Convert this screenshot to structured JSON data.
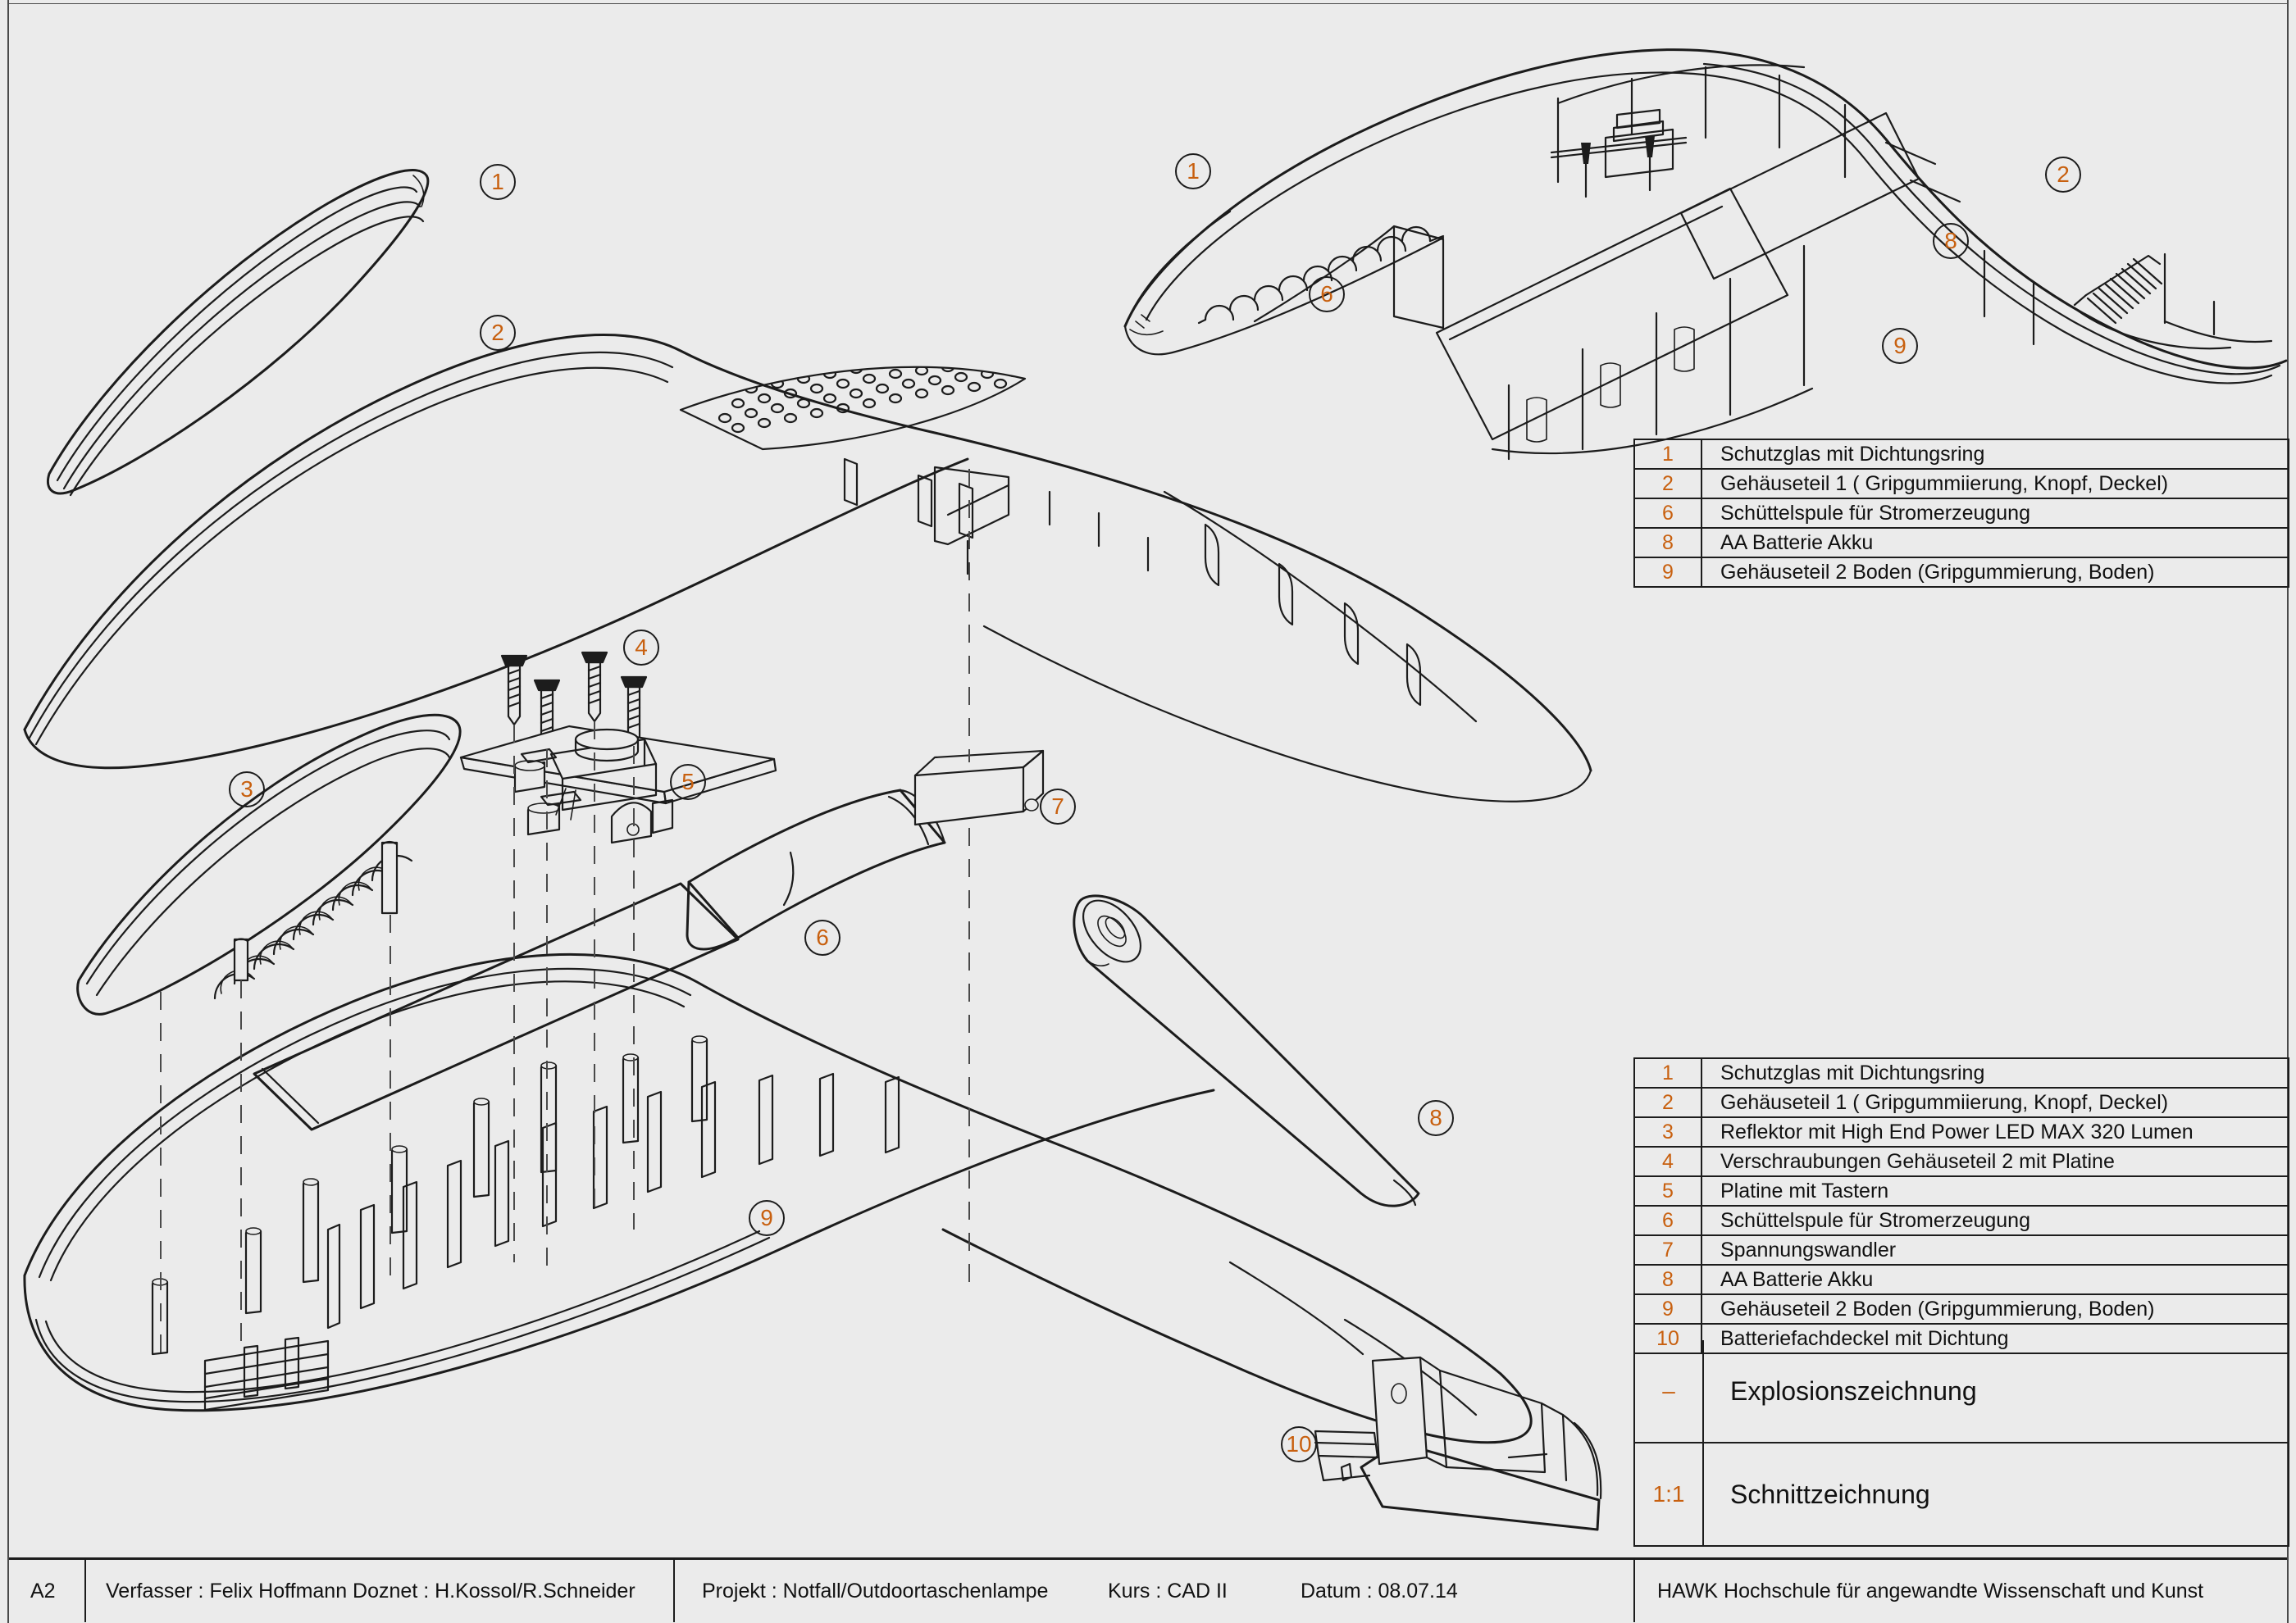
{
  "sheet": {
    "format": "A2",
    "background_color": "#ebebeb",
    "line_color": "#1c1c1c",
    "accent_color": "#c8600f"
  },
  "title_block": {
    "format_label": "A2",
    "author_label": "Verfasser :  Felix Hoffmann   Doznet :  H.Kossol/R.Schneider",
    "project_label": "Projekt : Notfall/Outdoortaschenlampe",
    "course_label": "Kurs : CAD II",
    "date_label": "Datum :  08.07.14",
    "school_label": "HAWK Hochschule für angewandte Wissenschaft und Kunst"
  },
  "section_parts_table": {
    "rows": [
      {
        "num": "1",
        "desc": "Schutzglas mit  Dichtungsring"
      },
      {
        "num": "2",
        "desc": "Gehäuseteil 1 ( Gripgummiierung, Knopf, Deckel)"
      },
      {
        "num": "6",
        "desc": "Schüttelspule für Stromerzeugung"
      },
      {
        "num": "8",
        "desc": "AA Batterie Akku"
      },
      {
        "num": "9",
        "desc": "Gehäuseteil 2  Boden  (Gripgummierung, Boden)"
      }
    ]
  },
  "explosion_parts_table": {
    "rows": [
      {
        "num": "1",
        "desc": "Schutzglas mit  Dichtungsring"
      },
      {
        "num": "2",
        "desc": "Gehäuseteil 1 ( Gripgummiierung, Knopf, Deckel)"
      },
      {
        "num": "3",
        "desc": "Reflektor mit High End Power LED MAX 320 Lumen"
      },
      {
        "num": "4",
        "desc": "Verschraubungen Gehäuseteil 2 mit Platine"
      },
      {
        "num": "5",
        "desc": "Platine mit Tastern"
      },
      {
        "num": "6",
        "desc": "Schüttelspule für Stromerzeugung"
      },
      {
        "num": "7",
        "desc": "Spannungswandler"
      },
      {
        "num": "8",
        "desc": "AA Batterie Akku"
      },
      {
        "num": "9",
        "desc": "Gehäuseteil 2  Boden  (Gripgummierung, Boden)"
      },
      {
        "num": "10",
        "desc": "Batteriefachdeckel mit Dichtung"
      }
    ]
  },
  "view_block": {
    "rows": [
      {
        "scale": "–",
        "name": "Explosionszeichnung"
      },
      {
        "scale": "1:1",
        "name": "Schnittzeichnung"
      }
    ]
  },
  "callouts": {
    "section_view": [
      {
        "id": "s1",
        "label": "1"
      },
      {
        "id": "s2",
        "label": "2"
      },
      {
        "id": "s6",
        "label": "6"
      },
      {
        "id": "s8",
        "label": "8"
      },
      {
        "id": "s9",
        "label": "9"
      }
    ],
    "exploded_view": [
      {
        "id": "e1",
        "label": "1"
      },
      {
        "id": "e2",
        "label": "2"
      },
      {
        "id": "e3",
        "label": "3"
      },
      {
        "id": "e4",
        "label": "4"
      },
      {
        "id": "e5",
        "label": "5"
      },
      {
        "id": "e6",
        "label": "6"
      },
      {
        "id": "e7",
        "label": "7"
      },
      {
        "id": "e8",
        "label": "8"
      },
      {
        "id": "e9",
        "label": "9"
      },
      {
        "id": "e10",
        "label": "10"
      }
    ]
  }
}
